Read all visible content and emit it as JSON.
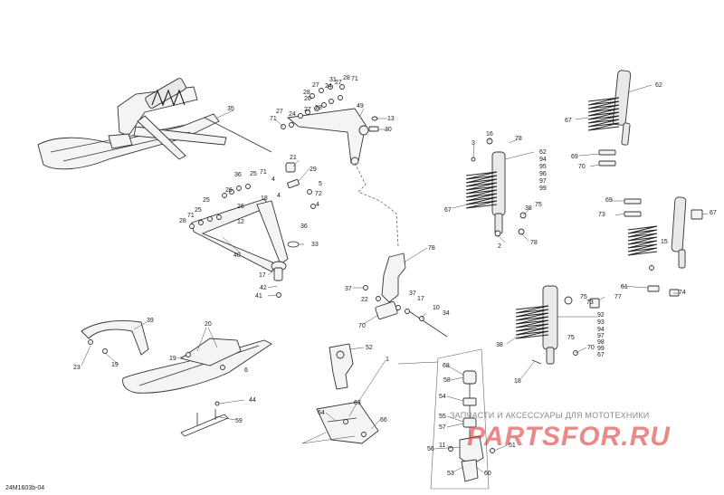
{
  "drawing_code": "24M1603b-04",
  "watermark": {
    "tagline": "ЗАПЧАСТИ И АКСЕССУАРЫ ДЛЯ МОТОТЕХНИКИ",
    "logo": "PARTSFOR.RU"
  },
  "callouts": [
    {
      "id": "c1",
      "text": "35"
    },
    {
      "id": "c2",
      "text": "71"
    },
    {
      "id": "c3",
      "text": "27"
    },
    {
      "id": "c4",
      "text": "24"
    },
    {
      "id": "c5",
      "text": "28"
    },
    {
      "id": "c6",
      "text": "27"
    },
    {
      "id": "c7",
      "text": "26"
    },
    {
      "id": "c8",
      "text": "31"
    },
    {
      "id": "c9",
      "text": "24"
    },
    {
      "id": "c10",
      "text": "27"
    },
    {
      "id": "c11",
      "text": "28"
    },
    {
      "id": "c12",
      "text": "71"
    },
    {
      "id": "c13",
      "text": "27"
    },
    {
      "id": "c14",
      "text": "28"
    },
    {
      "id": "c15",
      "text": "49"
    },
    {
      "id": "c16",
      "text": "13"
    },
    {
      "id": "c17",
      "text": "30"
    },
    {
      "id": "c18",
      "text": "3"
    },
    {
      "id": "c19",
      "text": "16"
    },
    {
      "id": "c20",
      "text": "78"
    },
    {
      "id": "c21",
      "text": "62"
    },
    {
      "id": "c22",
      "text": "94"
    },
    {
      "id": "c23",
      "text": "95"
    },
    {
      "id": "c24",
      "text": "96"
    },
    {
      "id": "c25",
      "text": "97"
    },
    {
      "id": "c26",
      "text": "99"
    },
    {
      "id": "c27",
      "text": "67"
    },
    {
      "id": "c28",
      "text": "38"
    },
    {
      "id": "c29",
      "text": "75"
    },
    {
      "id": "c30",
      "text": "2"
    },
    {
      "id": "c31",
      "text": "78"
    },
    {
      "id": "c32",
      "text": "62"
    },
    {
      "id": "c33",
      "text": "67"
    },
    {
      "id": "c34",
      "text": "69"
    },
    {
      "id": "c35",
      "text": "70"
    },
    {
      "id": "c36",
      "text": "21"
    },
    {
      "id": "c37",
      "text": "29"
    },
    {
      "id": "c38",
      "text": "36"
    },
    {
      "id": "c39",
      "text": "25"
    },
    {
      "id": "c40",
      "text": "71"
    },
    {
      "id": "c41",
      "text": "4"
    },
    {
      "id": "c42",
      "text": "5"
    },
    {
      "id": "c43",
      "text": "4"
    },
    {
      "id": "c44",
      "text": "72"
    },
    {
      "id": "c45",
      "text": "4"
    },
    {
      "id": "c46",
      "text": "36"
    },
    {
      "id": "c47",
      "text": "25"
    },
    {
      "id": "c48",
      "text": "26"
    },
    {
      "id": "c49",
      "text": "18"
    },
    {
      "id": "c50",
      "text": "26"
    },
    {
      "id": "c51",
      "text": "25"
    },
    {
      "id": "c52",
      "text": "71"
    },
    {
      "id": "c53",
      "text": "28"
    },
    {
      "id": "c54",
      "text": "12"
    },
    {
      "id": "c55",
      "text": "33"
    },
    {
      "id": "c56",
      "text": "40"
    },
    {
      "id": "c57",
      "text": "17"
    },
    {
      "id": "c58",
      "text": "42"
    },
    {
      "id": "c59",
      "text": "41"
    },
    {
      "id": "c60",
      "text": "78"
    },
    {
      "id": "c61",
      "text": "37"
    },
    {
      "id": "c62",
      "text": "22"
    },
    {
      "id": "c63",
      "text": "37"
    },
    {
      "id": "c64",
      "text": "17"
    },
    {
      "id": "c65",
      "text": "10"
    },
    {
      "id": "c66",
      "text": "34"
    },
    {
      "id": "c67",
      "text": "70"
    },
    {
      "id": "c68",
      "text": "69"
    },
    {
      "id": "c69",
      "text": "73"
    },
    {
      "id": "c70",
      "text": "67"
    },
    {
      "id": "c71",
      "text": "15"
    },
    {
      "id": "c72",
      "text": "61"
    },
    {
      "id": "c73",
      "text": "74"
    },
    {
      "id": "c74",
      "text": "75"
    },
    {
      "id": "c75",
      "text": "73"
    },
    {
      "id": "c76",
      "text": "77"
    },
    {
      "id": "c77",
      "text": "92"
    },
    {
      "id": "c78",
      "text": "93"
    },
    {
      "id": "c79",
      "text": "94"
    },
    {
      "id": "c80",
      "text": "97"
    },
    {
      "id": "c81",
      "text": "98"
    },
    {
      "id": "c82",
      "text": "99"
    },
    {
      "id": "c83",
      "text": "67"
    },
    {
      "id": "c84",
      "text": "38"
    },
    {
      "id": "c85",
      "text": "75"
    },
    {
      "id": "c86",
      "text": "70"
    },
    {
      "id": "c87",
      "text": "18"
    },
    {
      "id": "c88",
      "text": "39"
    },
    {
      "id": "c89",
      "text": "20"
    },
    {
      "id": "c90",
      "text": "23"
    },
    {
      "id": "c91",
      "text": "19"
    },
    {
      "id": "c92",
      "text": "19"
    },
    {
      "id": "c93",
      "text": "6"
    },
    {
      "id": "c94",
      "text": "44"
    },
    {
      "id": "c95",
      "text": "59"
    },
    {
      "id": "c96",
      "text": "52"
    },
    {
      "id": "c97",
      "text": "1"
    },
    {
      "id": "c98",
      "text": "68"
    },
    {
      "id": "c99",
      "text": "58"
    },
    {
      "id": "c100",
      "text": "54"
    },
    {
      "id": "c101",
      "text": "55"
    },
    {
      "id": "c102",
      "text": "57"
    },
    {
      "id": "c103",
      "text": "11"
    },
    {
      "id": "c104",
      "text": "56"
    },
    {
      "id": "c105",
      "text": "53"
    },
    {
      "id": "c106",
      "text": "60"
    },
    {
      "id": "c107",
      "text": "51"
    },
    {
      "id": "c108",
      "text": "63"
    },
    {
      "id": "c109",
      "text": "64"
    },
    {
      "id": "c110",
      "text": "66"
    }
  ]
}
